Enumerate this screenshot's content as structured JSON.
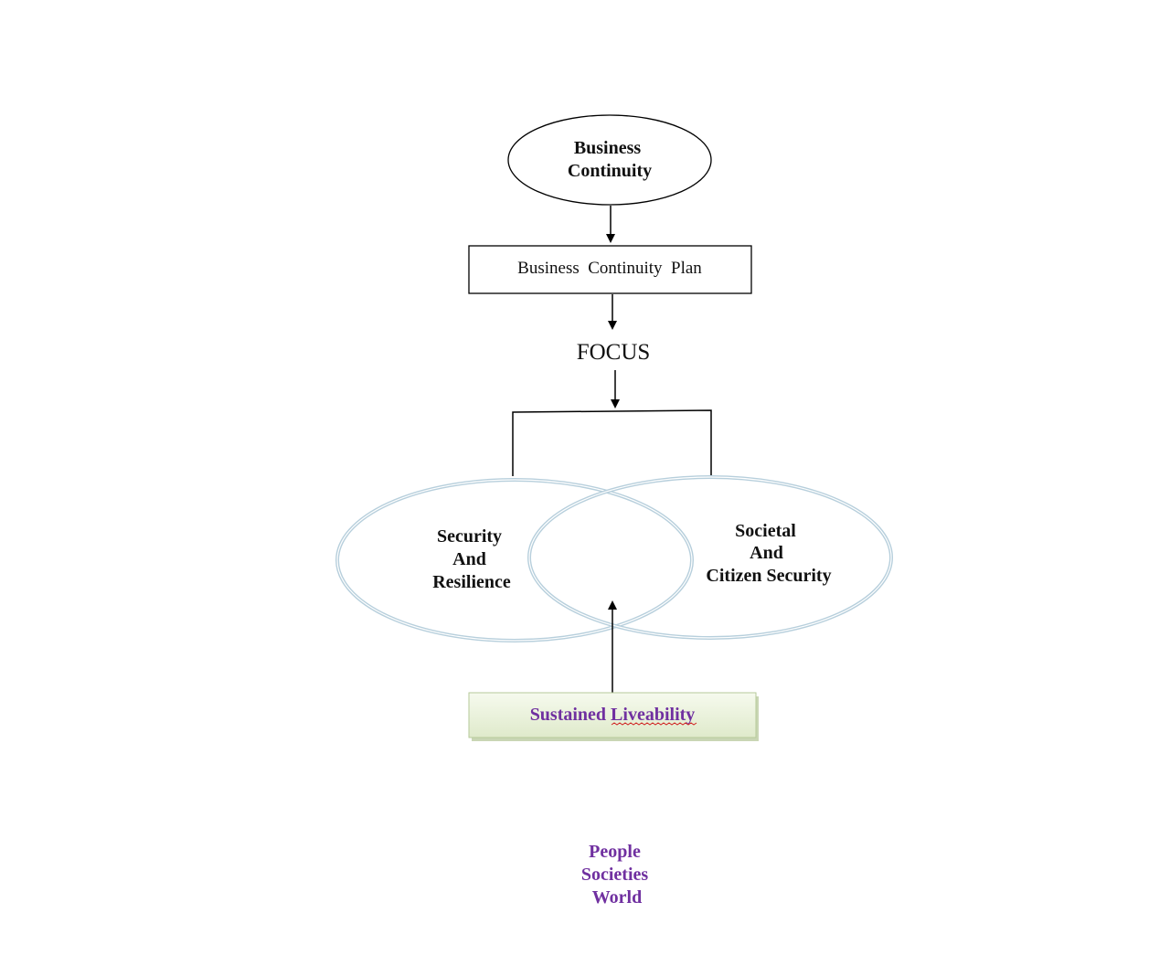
{
  "diagram": {
    "top_node": {
      "lines": [
        "Business",
        "Continuity"
      ]
    },
    "plan_box": {
      "label": "Business  Continuity  Plan"
    },
    "focus": {
      "label": "FOCUS"
    },
    "left_circle": {
      "lines": [
        "Security",
        "And",
        "Resilience"
      ]
    },
    "right_circle": {
      "lines": [
        "Societal",
        "And",
        "Citizen Security"
      ]
    },
    "outcome_box": {
      "label": "Sustained Liveability"
    },
    "bottom_text": {
      "lines": [
        "People",
        "Societies",
        "World"
      ]
    }
  },
  "colors": {
    "stroke": "#000000",
    "circle_outline": "#a8c3d3",
    "outcome_fill_top": "#f6faee",
    "outcome_fill_bottom": "#dfeacb",
    "outcome_border": "#b6c99a",
    "accent_text": "#7030a0",
    "squiggle": "#d02020"
  }
}
